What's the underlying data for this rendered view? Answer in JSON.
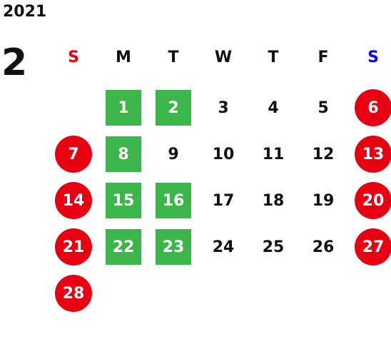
{
  "year": "2021",
  "month": "2",
  "colors": {
    "sunday_header": "#e60012",
    "saturday_header": "#0000ff",
    "weekday_header": "#111111",
    "holiday_circle": "#e60012",
    "highlight_square": "#3cb54a",
    "text": "#111111"
  },
  "weekdays": [
    "S",
    "M",
    "T",
    "W",
    "T",
    "F",
    "S"
  ],
  "weeks": [
    [
      null,
      {
        "d": "1",
        "style": "highlight"
      },
      {
        "d": "2",
        "style": "highlight"
      },
      {
        "d": "3"
      },
      {
        "d": "4"
      },
      {
        "d": "5"
      },
      {
        "d": "6",
        "style": "holiday"
      }
    ],
    [
      {
        "d": "7",
        "style": "holiday"
      },
      {
        "d": "8",
        "style": "highlight"
      },
      {
        "d": "9"
      },
      {
        "d": "10"
      },
      {
        "d": "11"
      },
      {
        "d": "12"
      },
      {
        "d": "13",
        "style": "holiday"
      }
    ],
    [
      {
        "d": "14",
        "style": "holiday"
      },
      {
        "d": "15",
        "style": "highlight"
      },
      {
        "d": "16",
        "style": "highlight"
      },
      {
        "d": "17"
      },
      {
        "d": "18"
      },
      {
        "d": "19"
      },
      {
        "d": "20",
        "style": "holiday"
      }
    ],
    [
      {
        "d": "21",
        "style": "holiday"
      },
      {
        "d": "22",
        "style": "highlight"
      },
      {
        "d": "23",
        "style": "highlight"
      },
      {
        "d": "24"
      },
      {
        "d": "25"
      },
      {
        "d": "26"
      },
      {
        "d": "27",
        "style": "holiday"
      }
    ],
    [
      {
        "d": "28",
        "style": "holiday"
      },
      null,
      null,
      null,
      null,
      null,
      null
    ]
  ]
}
